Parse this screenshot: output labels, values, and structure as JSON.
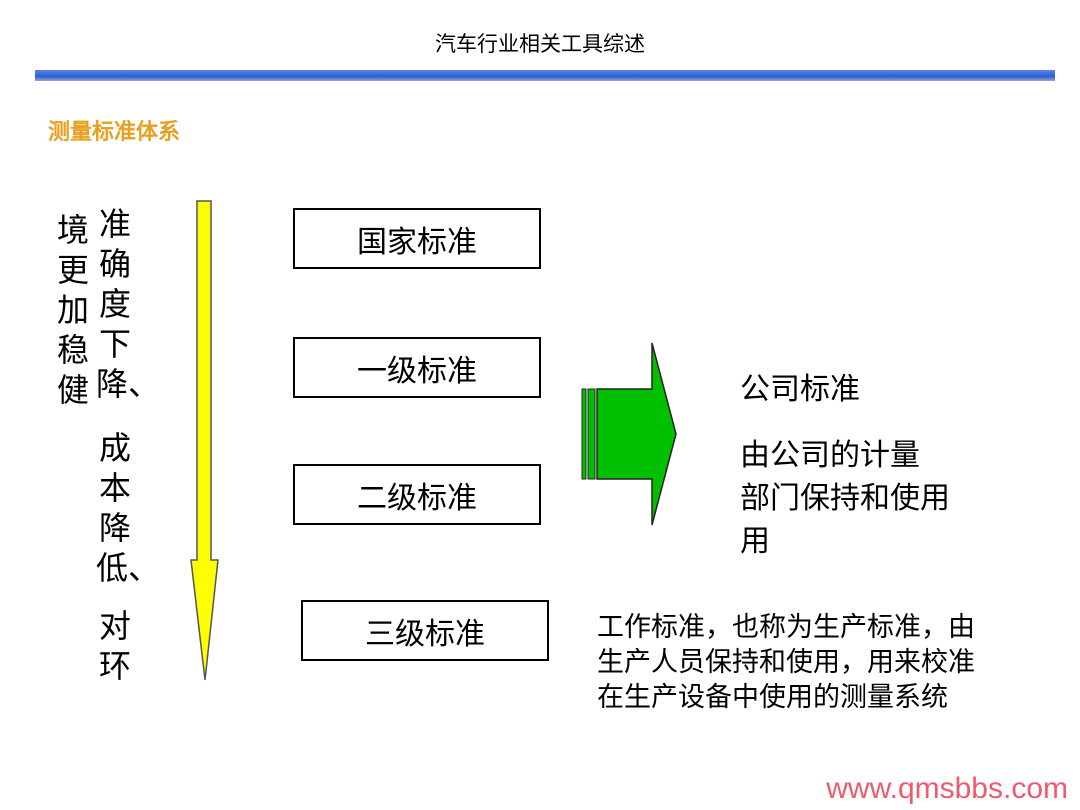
{
  "header": {
    "title": "汽车行业相关工具综述"
  },
  "section": {
    "title": "测量标准体系"
  },
  "left_text": {
    "seg1": "准确度下降、",
    "seg2": "成本降低、",
    "seg3": "对环",
    "seg4": "境更加稳健"
  },
  "levels": [
    "国家标准",
    "一级标准",
    "二级标准",
    "三级标准"
  ],
  "company": {
    "title": "公司标准",
    "desc_lines": [
      "由公司的计量",
      "部门保持和使用",
      "用"
    ]
  },
  "work": {
    "lines": [
      "工作标准，也称为生产标准，由",
      "生产人员保持和使用，用来校准",
      "在生产设备中使用的测量系统"
    ]
  },
  "watermark": "www.qmsbbs.com",
  "colors": {
    "accent_bar": "#2d5fd6",
    "subtitle": "#e8a020",
    "yellow_arrow": "#ffff00",
    "green_arrow": "#00c000"
  }
}
